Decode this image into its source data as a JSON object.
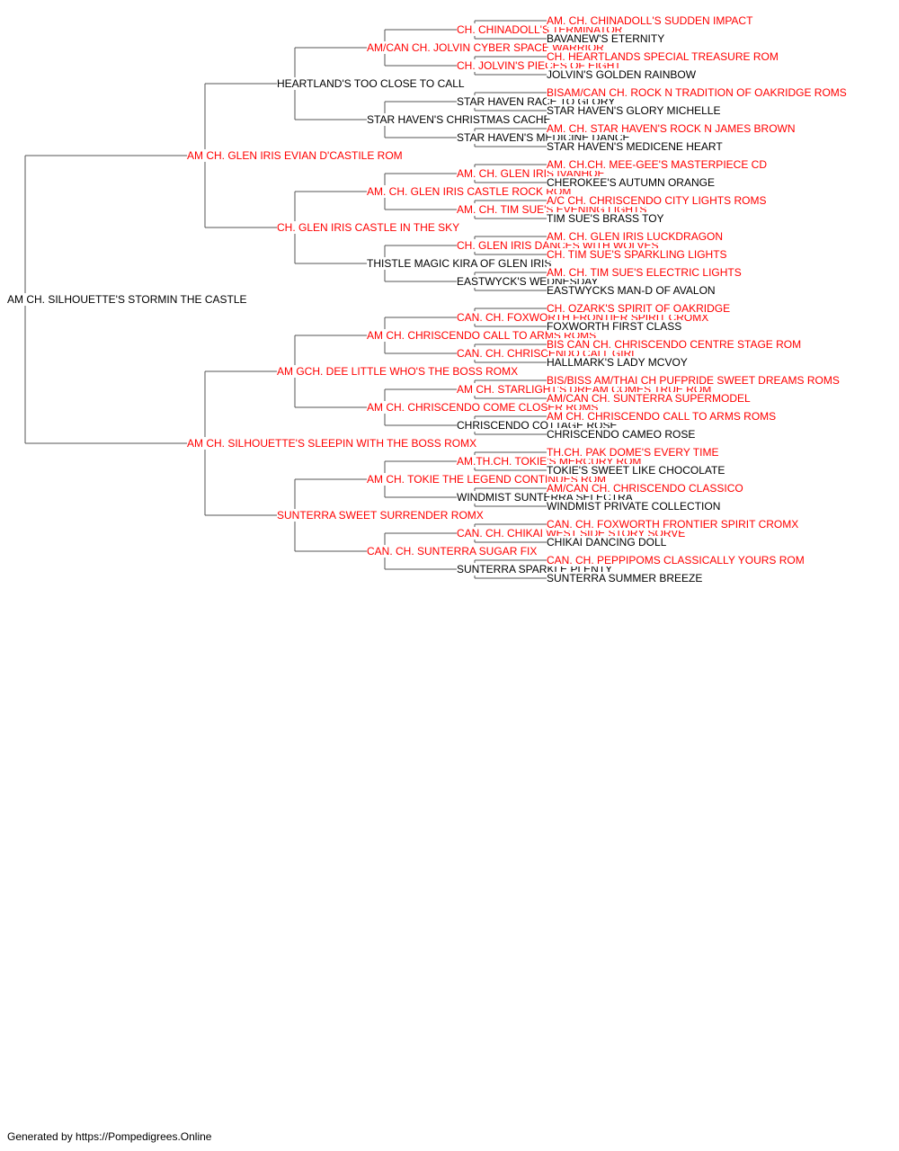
{
  "colors": {
    "champion": "#ff0000",
    "regular": "#000000",
    "line": "#555555"
  },
  "pedigree": {
    "name": "AM CH. SILHOUETTE'S STORMIN THE CASTLE",
    "ch": false,
    "sire": {
      "name": "AM CH. GLEN IRIS EVIAN D'CASTILE ROM",
      "ch": true,
      "sire": {
        "name": "HEARTLAND'S TOO CLOSE TO CALL",
        "ch": false,
        "sire": {
          "name": "AM/CAN CH. JOLVIN CYBER SPACE WARRIOR",
          "ch": true,
          "sire": {
            "name": "CH. CHINADOLL'S TERMINATOR",
            "ch": true,
            "sire": {
              "name": "AM. CH. CHINADOLL'S SUDDEN IMPACT",
              "ch": true
            },
            "dam": {
              "name": "BAVANEW'S ETERNITY",
              "ch": false
            }
          },
          "dam": {
            "name": "CH. JOLVIN'S PIECES OF EIGHT",
            "ch": true,
            "sire": {
              "name": "CH. HEARTLANDS SPECIAL TREASURE ROM",
              "ch": true
            },
            "dam": {
              "name": "JOLVIN'S GOLDEN RAINBOW",
              "ch": false
            }
          }
        },
        "dam": {
          "name": "STAR HAVEN'S CHRISTMAS CACHE",
          "ch": false,
          "sire": {
            "name": "STAR HAVEN RACE TO GLORY",
            "ch": false,
            "sire": {
              "name": "BISAM/CAN CH. ROCK N TRADITION OF OAKRIDGE ROMS",
              "ch": true
            },
            "dam": {
              "name": "STAR HAVEN'S GLORY MICHELLE",
              "ch": false
            }
          },
          "dam": {
            "name": "STAR HAVEN'S MEDICINE DANCE",
            "ch": false,
            "sire": {
              "name": "AM. CH. STAR HAVEN'S ROCK N JAMES BROWN",
              "ch": true
            },
            "dam": {
              "name": "STAR HAVEN'S MEDICENE HEART",
              "ch": false
            }
          }
        }
      },
      "dam": {
        "name": "CH. GLEN IRIS CASTLE IN THE SKY",
        "ch": true,
        "sire": {
          "name": "AM. CH. GLEN IRIS CASTLE ROCK ROM",
          "ch": true,
          "sire": {
            "name": "AM. CH. GLEN IRIS IVANHOE",
            "ch": true,
            "sire": {
              "name": "AM. CH.CH. MEE-GEE'S MASTERPIECE CD",
              "ch": true
            },
            "dam": {
              "name": "CHEROKEE'S AUTUMN ORANGE",
              "ch": false
            }
          },
          "dam": {
            "name": "AM. CH. TIM SUE'S EVENING LIGHTS",
            "ch": true,
            "sire": {
              "name": "A/C CH. CHRISCENDO CITY LIGHTS ROMS",
              "ch": true
            },
            "dam": {
              "name": "TIM SUE'S BRASS TOY",
              "ch": false
            }
          }
        },
        "dam": {
          "name": "THISTLE MAGIC KIRA OF GLEN IRIS",
          "ch": false,
          "sire": {
            "name": "CH. GLEN IRIS DANCES WITH WOLVES",
            "ch": true,
            "sire": {
              "name": "AM. CH. GLEN IRIS LUCKDRAGON",
              "ch": true
            },
            "dam": {
              "name": "CH. TIM SUE'S SPARKLING LIGHTS",
              "ch": true
            }
          },
          "dam": {
            "name": "EASTWYCK'S WEDNESDAY",
            "ch": false,
            "sire": {
              "name": "AM. CH. TIM SUE'S ELECTRIC LIGHTS",
              "ch": true
            },
            "dam": {
              "name": "EASTWYCKS MAN-D OF AVALON",
              "ch": false
            }
          }
        }
      }
    },
    "dam": {
      "name": "AM CH. SILHOUETTE'S SLEEPIN WITH THE BOSS ROMX",
      "ch": true,
      "sire": {
        "name": "AM GCH. DEE LITTLE WHO'S THE BOSS ROMX",
        "ch": true,
        "sire": {
          "name": "AM CH. CHRISCENDO CALL TO ARMS ROMS",
          "ch": true,
          "sire": {
            "name": "CAN. CH. FOXWORTH FRONTIER SPIRIT CROMX",
            "ch": true,
            "sire": {
              "name": "CH. OZARK'S SPIRIT OF OAKRIDGE",
              "ch": true
            },
            "dam": {
              "name": "FOXWORTH FIRST CLASS",
              "ch": false
            }
          },
          "dam": {
            "name": "CAN. CH. CHRISCENDO CALL GIRL",
            "ch": true,
            "sire": {
              "name": "BIS CAN CH. CHRISCENDO CENTRE STAGE ROM",
              "ch": true
            },
            "dam": {
              "name": "HALLMARK'S LADY MCVOY",
              "ch": false
            }
          }
        },
        "dam": {
          "name": "AM CH. CHRISCENDO COME CLOSER ROMS",
          "ch": true,
          "sire": {
            "name": "AM CH. STARLIGHT'S DREAM COMES TRUE ROM",
            "ch": true,
            "sire": {
              "name": "BIS/BISS AM/THAI CH PUFPRIDE SWEET DREAMS ROMS",
              "ch": true
            },
            "dam": {
              "name": "AM/CAN CH. SUNTERRA SUPERMODEL",
              "ch": true
            }
          },
          "dam": {
            "name": "CHRISCENDO COTTAGE ROSE",
            "ch": false,
            "sire": {
              "name": "AM CH. CHRISCENDO CALL TO ARMS ROMS",
              "ch": true
            },
            "dam": {
              "name": "CHRISCENDO CAMEO ROSE",
              "ch": false
            }
          }
        }
      },
      "dam": {
        "name": "SUNTERRA SWEET SURRENDER ROMX",
        "ch": true,
        "sire": {
          "name": "AM CH. TOKIE THE LEGEND CONTINUES ROM",
          "ch": true,
          "sire": {
            "name": "AM.TH.CH. TOKIE'S MERCURY ROM",
            "ch": true,
            "sire": {
              "name": "TH.CH. PAK DOME'S EVERY TIME",
              "ch": true
            },
            "dam": {
              "name": "TOKIE'S SWEET LIKE CHOCOLATE",
              "ch": false
            }
          },
          "dam": {
            "name": "WINDMIST SUNTERRA SELECTRA",
            "ch": false,
            "sire": {
              "name": "AM/CAN CH. CHRISCENDO CLASSICO",
              "ch": true
            },
            "dam": {
              "name": "WINDMIST PRIVATE COLLECTION",
              "ch": false
            }
          }
        },
        "dam": {
          "name": "CAN. CH. SUNTERRA SUGAR FIX",
          "ch": true,
          "sire": {
            "name": "CAN. CH. CHIKAI WEST SIDE STORY SORVE",
            "ch": true,
            "sire": {
              "name": "CAN. CH. FOXWORTH FRONTIER SPIRIT CROMX",
              "ch": true
            },
            "dam": {
              "name": "CHIKAI DANCING DOLL",
              "ch": false
            }
          },
          "dam": {
            "name": "SUNTERRA SPARKLE PLENTY",
            "ch": false,
            "sire": {
              "name": "CAN. CH. PEPPIPOMS CLASSICALLY YOURS ROM",
              "ch": true
            },
            "dam": {
              "name": "SUNTERRA SUMMER BREEZE",
              "ch": false
            }
          }
        }
      }
    }
  },
  "footer": "Generated by https://Pompedigrees.Online"
}
